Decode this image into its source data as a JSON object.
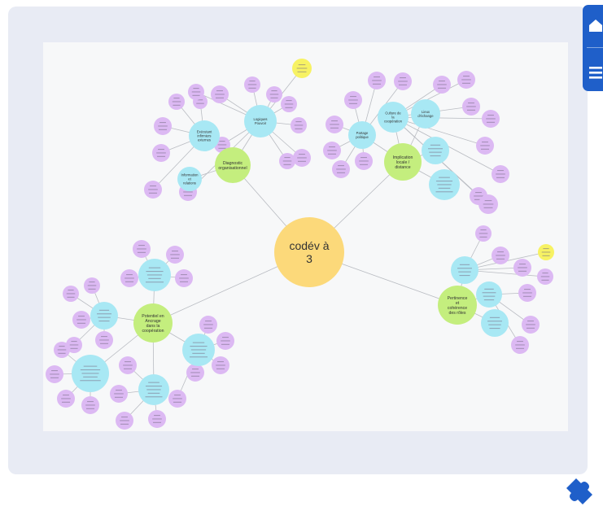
{
  "diagram": {
    "center": {
      "label_line1": "codév à",
      "label_line2": "3"
    },
    "branches": [
      {
        "label_lines": [
          "Diagnostic",
          "organisationnel"
        ]
      },
      {
        "label_lines": [
          "Implication",
          "locale /",
          "distance"
        ]
      },
      {
        "label_lines": [
          "Pertinence",
          "et",
          "cohérence",
          "des rôles"
        ]
      },
      {
        "label_lines": [
          "Potentiel en",
          "Ancrage",
          "dans la",
          "coopération"
        ]
      }
    ],
    "sub_nodes": [
      {
        "label_lines": [
          "Exécutant",
          "infirmiers",
          "externes"
        ]
      },
      {
        "label_lines": [
          "Logiques",
          "Pouvoir"
        ]
      },
      {
        "label_lines": [
          "Information",
          "et",
          "relations"
        ]
      },
      {
        "label_lines": [
          "Partage",
          "politique"
        ]
      },
      {
        "label_lines": [
          "Culture de",
          "la",
          "coopération"
        ]
      },
      {
        "label_lines": [
          "Lieux",
          "d'échange"
        ]
      }
    ]
  },
  "colors": {
    "center": "#fcd97a",
    "branch": "#c4ee7e",
    "sub": "#a8e8f4",
    "leaf": "#dcb9f3",
    "highlight": "#f7f263",
    "toolbar": "#1f5fc9",
    "puzzle": "#1f5fc9"
  },
  "toolbar": {
    "icons": [
      "home-icon",
      "menu-icon"
    ]
  },
  "extension": {
    "icon": "puzzle-icon"
  }
}
